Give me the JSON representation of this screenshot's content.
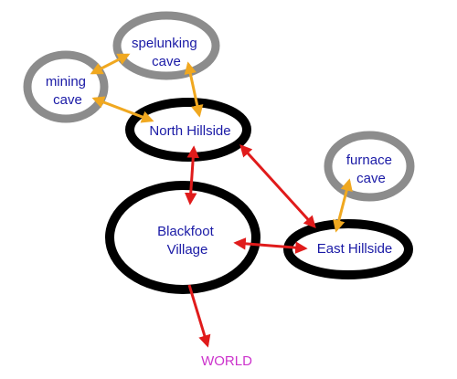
{
  "colors": {
    "region_outline": "#000000",
    "cave_outline": "#8c8c8c",
    "label_text": "#1a1aa6",
    "world_text": "#cc33cc",
    "road_arrow": "#e01b1b",
    "cave_arrow": "#f0a820"
  },
  "nodes": {
    "spelunking_cave": {
      "line1": "spelunking",
      "line2": "cave"
    },
    "mining_cave": {
      "line1": "mining",
      "line2": "cave"
    },
    "north_hillside": {
      "label": "North Hillside"
    },
    "furnace_cave": {
      "line1": "furnace",
      "line2": "cave"
    },
    "blackfoot_village": {
      "line1": "Blackfoot",
      "line2": "Village"
    },
    "east_hillside": {
      "label": "East Hillside"
    },
    "world": {
      "label": "WORLD"
    }
  }
}
